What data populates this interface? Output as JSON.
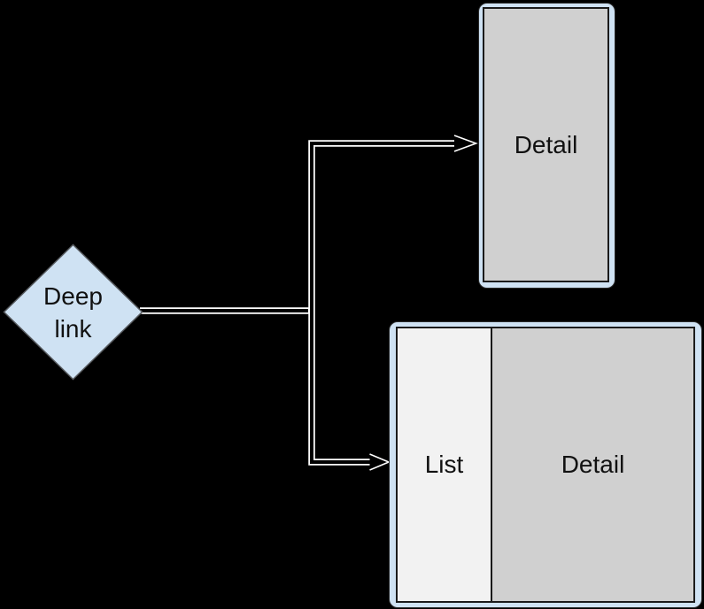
{
  "diagram": {
    "background": "#000000",
    "nodes": {
      "deep_link": {
        "label": "Deep link",
        "shape": "diamond",
        "fill": "#cfe2f3",
        "stroke": "#55585c"
      },
      "detail_pane": {
        "label": "Detail",
        "type": "screen-frame",
        "frame_color": "#cfe2f3",
        "fill": "#d0d0d0"
      },
      "list_detail_pane": {
        "list_label": "List",
        "detail_label": "Detail",
        "type": "screen-frame-split",
        "frame_color": "#cfe2f3",
        "list_fill": "#f2f2f2",
        "detail_fill": "#d0d0d0"
      }
    },
    "edges": [
      {
        "from": "deep_link",
        "to": "detail_pane",
        "style": "outlined-open-arrow",
        "color": "#ffffff"
      },
      {
        "from": "deep_link",
        "to": "list_detail_pane",
        "style": "outlined-open-arrow",
        "color": "#ffffff"
      }
    ]
  }
}
